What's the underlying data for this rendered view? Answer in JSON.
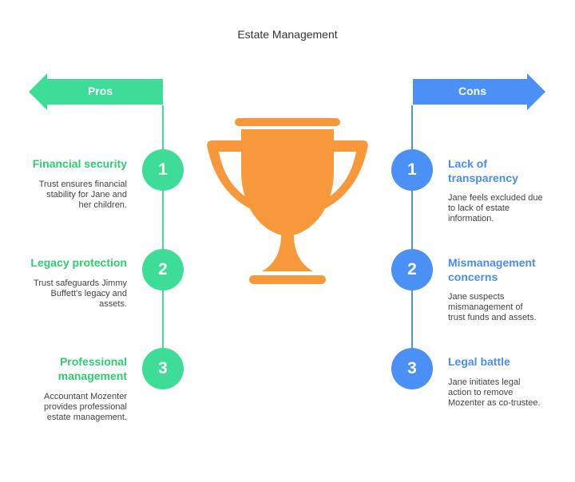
{
  "title": "Estate Management",
  "colors": {
    "pros": "#3ddc97",
    "pros_text": "#2ecc71",
    "cons": "#4a90f5",
    "cons_text": "#4a8de8",
    "trophy": "#f7983a"
  },
  "icons": {
    "center": "trophy-icon"
  },
  "pros": {
    "label": "Pros",
    "items": [
      {
        "number": "1",
        "title_lines": [
          "Financial security"
        ],
        "desc_lines": [
          "Trust ensures financial",
          "stability for Jane and",
          "her children."
        ]
      },
      {
        "number": "2",
        "title_lines": [
          "Legacy protection"
        ],
        "desc_lines": [
          "Trust safeguards Jimmy",
          "Buffett's legacy and",
          "assets."
        ]
      },
      {
        "number": "3",
        "title_lines": [
          "Professional",
          "management"
        ],
        "desc_lines": [
          "Accountant Mozenter",
          "provides professional",
          "estate management."
        ]
      }
    ]
  },
  "cons": {
    "label": "Cons",
    "items": [
      {
        "number": "1",
        "title_lines": [
          "Lack of",
          "transparency"
        ],
        "desc_lines": [
          "Jane feels excluded due",
          "to lack of estate",
          "information."
        ]
      },
      {
        "number": "2",
        "title_lines": [
          "Mismanagement",
          "concerns"
        ],
        "desc_lines": [
          "Jane suspects",
          "mismanagement of",
          "trust funds and assets."
        ]
      },
      {
        "number": "3",
        "title_lines": [
          "Legal battle"
        ],
        "desc_lines": [
          "Jane initiates legal",
          "action to remove",
          "Mozenter as co-trustee."
        ]
      }
    ]
  }
}
